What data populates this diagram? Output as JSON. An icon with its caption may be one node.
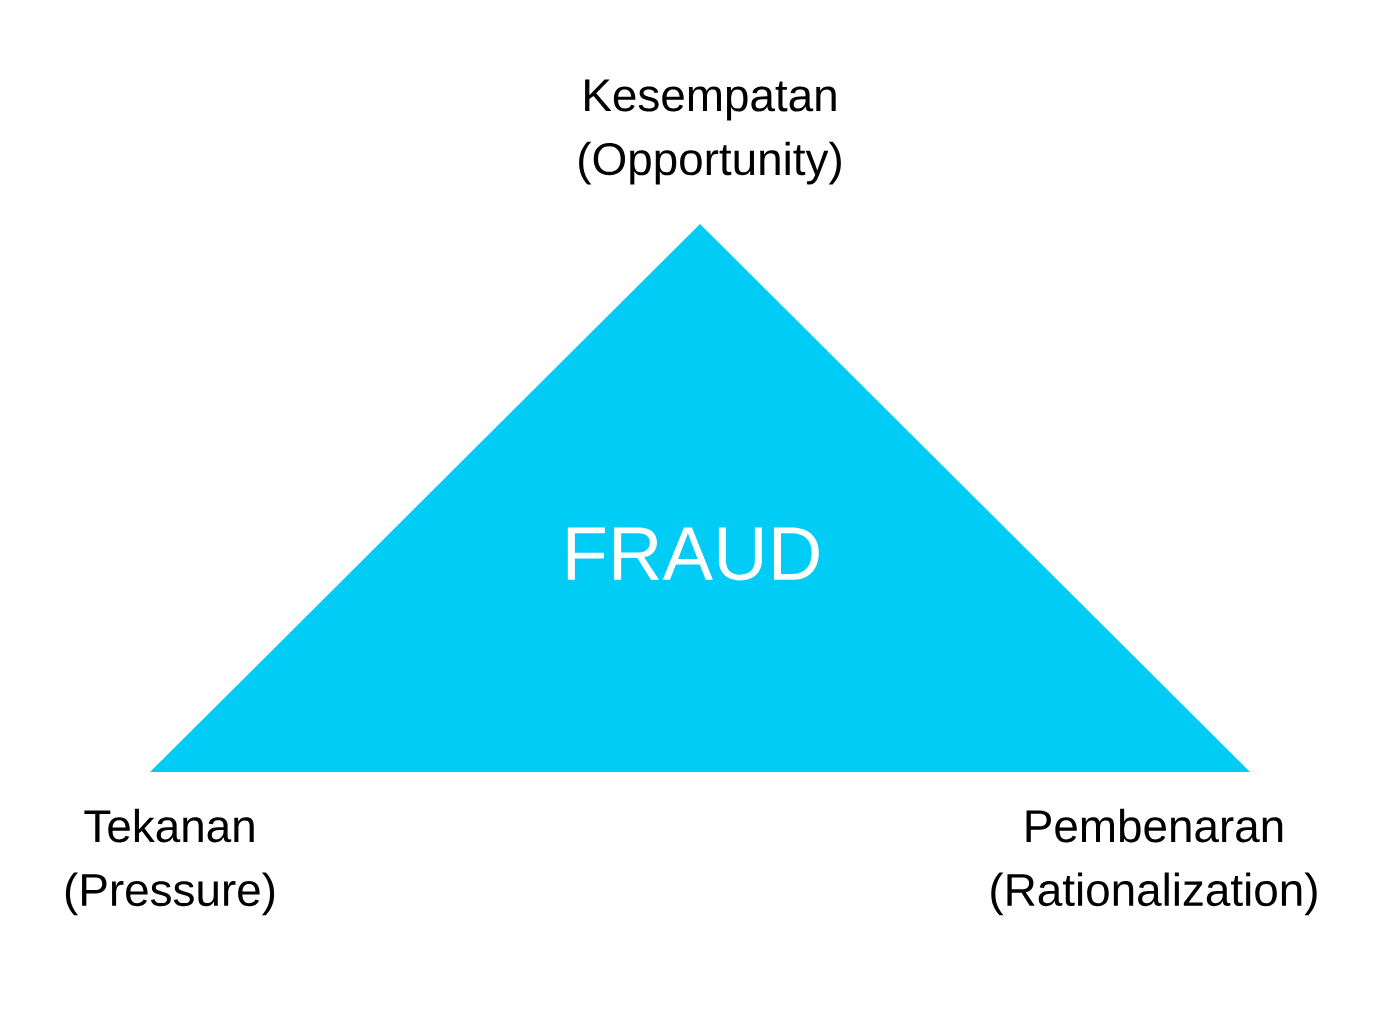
{
  "diagram": {
    "nodes": [
      {
        "text": [
          "FRAUD"
        ],
        "beside": [
          "Kesempatan (Opportunity)",
          "Tekanan (Pressure)",
          "Pembenaran (Rationalization)"
        ]
      }
    ],
    "edges": []
  }
}
